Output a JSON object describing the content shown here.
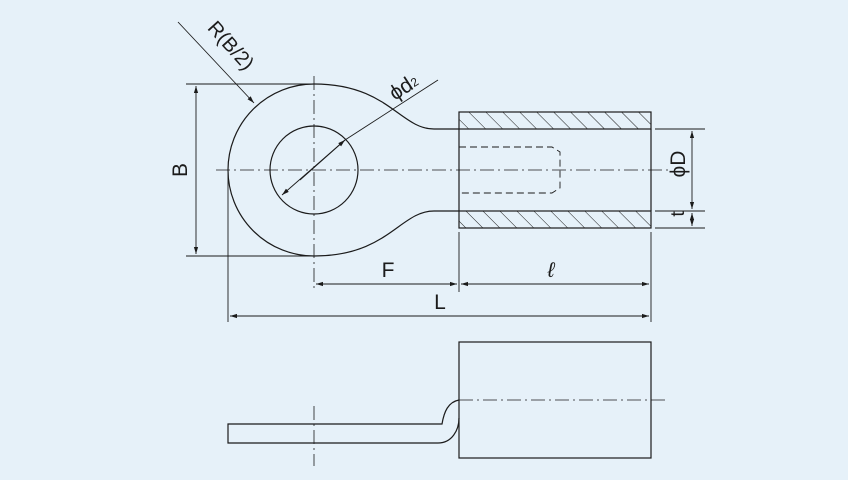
{
  "diagram": {
    "background": "#e6f1f9",
    "line_color": "#1b1b1b",
    "labels": {
      "radius": "R(B/2)",
      "hole_diameter_prefix": "ϕd",
      "hole_diameter_sub": "2",
      "width": "B",
      "barrel_diameter": "ϕD",
      "thickness": "t",
      "center_to_barrel": "F",
      "barrel_length": "ℓ",
      "overall_length": "L"
    }
  }
}
